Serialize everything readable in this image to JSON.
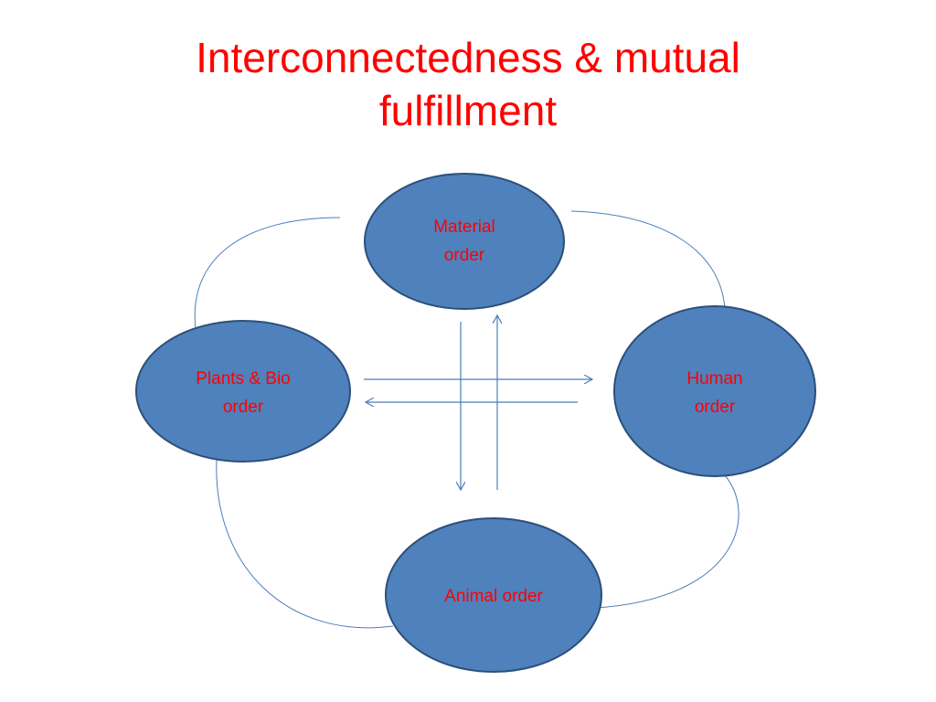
{
  "slide": {
    "title_line1": "Interconnectedness & mutual",
    "title_line2": "fulfillment"
  },
  "nodes": {
    "material": {
      "line1": "Material",
      "line2": "order"
    },
    "plants": {
      "line1": "Plants & Bio",
      "line2": "order"
    },
    "human": {
      "line1": "Human",
      "line2": "order"
    },
    "animal": {
      "line1": "Animal order"
    }
  },
  "colors": {
    "title_text": "#ff0000",
    "label_text": "#ff0000",
    "node_fill": "#4f81bd",
    "node_stroke": "#2c4f79",
    "connector": "#4a7ebb"
  }
}
